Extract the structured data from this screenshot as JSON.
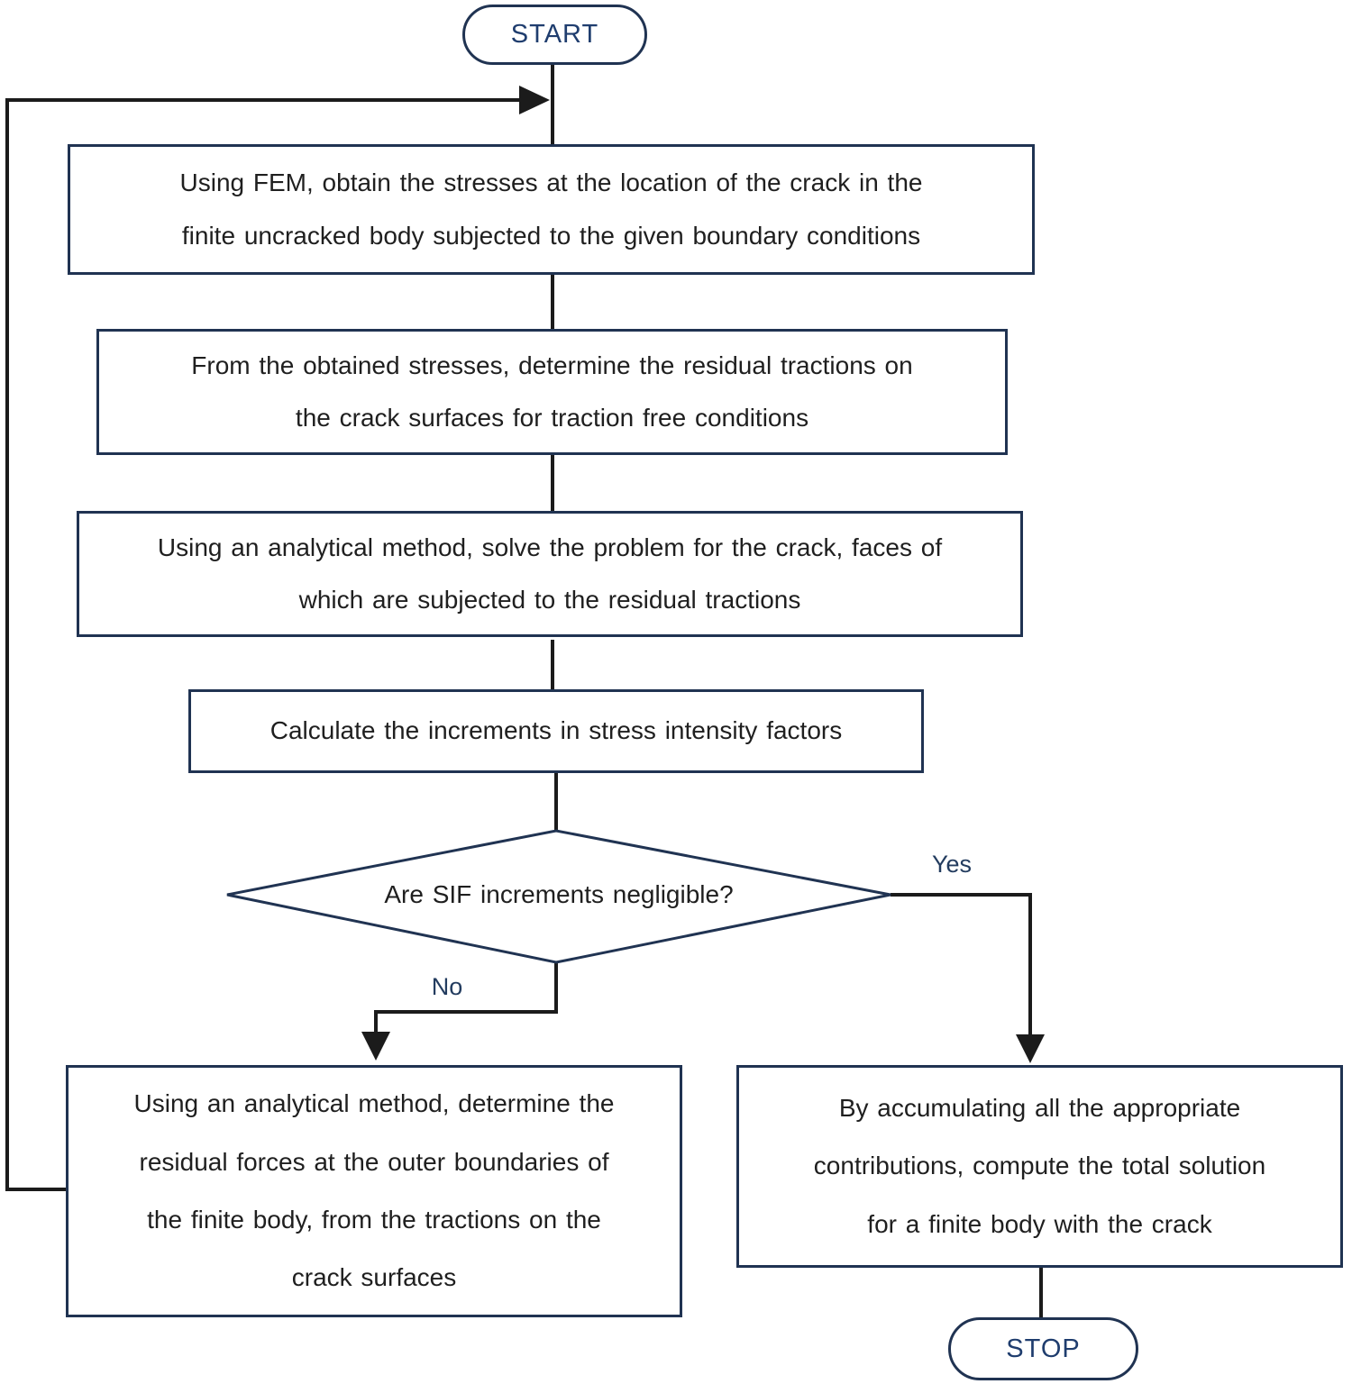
{
  "flowchart": {
    "colors": {
      "box_border": "#203352",
      "flow_line": "#1b1b1b",
      "text": "#1f1f1f",
      "terminal_text": "#1f3d6e",
      "background": "#ffffff"
    },
    "start": {
      "label": "START"
    },
    "stop": {
      "label": "STOP"
    },
    "steps": {
      "fem_stresses": "Using FEM, obtain the stresses at the location of the crack in the\nfinite uncracked body subjected to the given boundary conditions",
      "residual_tractions": "From the obtained stresses, determine the residual tractions on\nthe crack surfaces for traction free conditions",
      "solve_crack": "Using an analytical method, solve the problem for the crack, faces of\nwhich are subjected to the residual tractions",
      "sif_increments": "Calculate the increments in stress intensity factors",
      "residual_forces": "Using an analytical method, determine the\nresidual forces at the outer boundaries of\nthe finite body, from the tractions on the\ncrack surfaces",
      "total_solution": "By accumulating all the appropriate\ncontributions, compute the total solution\nfor a finite body with the crack"
    },
    "decision": {
      "question": "Are SIF increments negligible?",
      "yes": "Yes",
      "no": "No"
    }
  }
}
